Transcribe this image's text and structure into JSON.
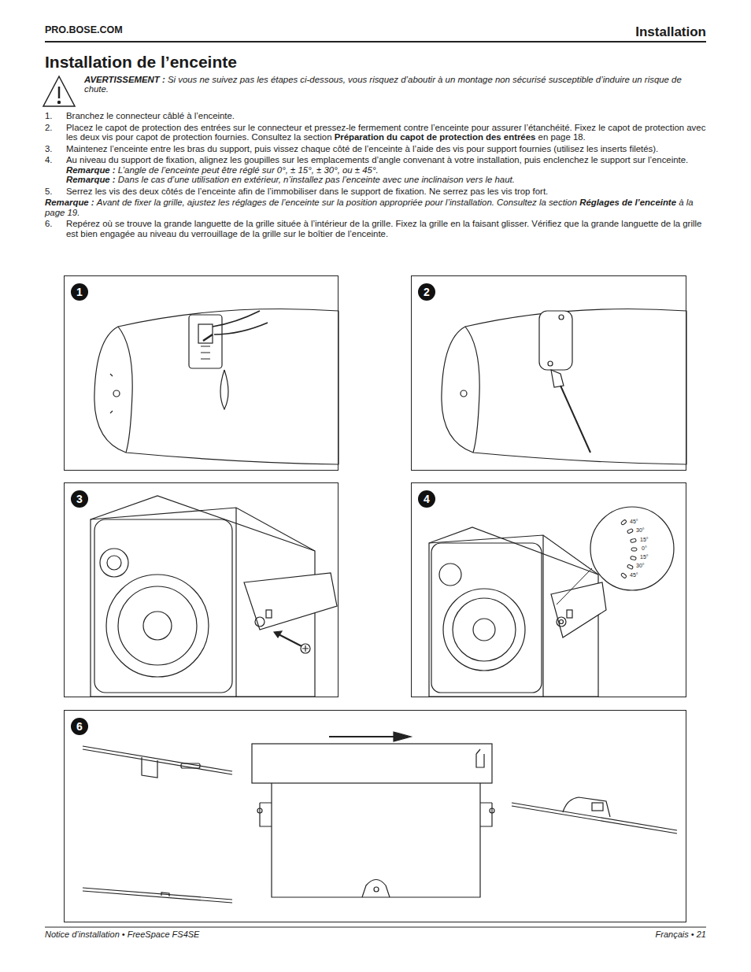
{
  "diagram": {
    "title": "Installation de l’enceinte",
    "nodes": [
      {
        "text": [
          "1"
        ]
      },
      {
        "text": [
          "2"
        ]
      },
      {
        "text": [
          "3"
        ]
      },
      {
        "text": [
          "4"
        ]
      },
      {
        "text": [
          "6"
        ]
      }
    ],
    "labels": [
      "PRO.BOSE.COM",
      "Installation",
      "AVERTISSEMENT :",
      "Si vous ne suivez pas les étapes ci-dessous, vous risquez d’aboutir à un montage non sécurisé susceptible d’induire un risque de chute.",
      "1.",
      "Branchez le connecteur câblé à l’enceinte.",
      "2.",
      "Placez le capot de protection des entrées sur le connecteur et pressez-le fermement contre l’enceinte pour assurer l’étanchéité. Fixez le capot de protection avec les deux vis pour capot de protection fournies. Consultez la section",
      "Préparation du capot de protection des entrées",
      "en page 18.",
      "3.",
      "Maintenez l’enceinte entre les bras du support, puis vissez chaque côté de l’enceinte à l’aide des vis pour support fournies (utilisez les inserts filetés).",
      "4.",
      "Au niveau du support de fixation, alignez les goupilles sur les emplacements d’angle convenant à votre installation, puis enclenchez le support sur l’enceinte.",
      "Remarque :",
      "L’angle de l’enceinte peut être réglé sur 0°, ± 15°, ± 30°, ou ± 45°.",
      "Remarque :",
      "Dans le cas d’une utilisation en extérieur, n’installez pas l’enceinte avec une inclinaison vers le haut.",
      "5.",
      "Serrez les vis des deux côtés de l’enceinte afin de l’immobiliser dans le support de fixation. Ne serrez pas les vis trop fort.",
      "Remarque :",
      "Avant de fixer la grille, ajustez les réglages de l’enceinte sur la position appropriée pour l’installation. Consultez la section",
      "Réglages de l’enceinte",
      "à la page 19.",
      "6.",
      "Repérez où se trouve la grande languette de la grille située à l’intérieur de la grille. Fixez la grille en la faisant glisser. Vérifiez que la grande languette de la grille est bien engagée au niveau du verrouillage de la grille sur le boîtier de l’enceinte.",
      "45°",
      "30°",
      "15°",
      "0°",
      "15°",
      "30°",
      "45°",
      "Notice d’installation • FreeSpace FS4SE",
      "Français • 21"
    ]
  }
}
